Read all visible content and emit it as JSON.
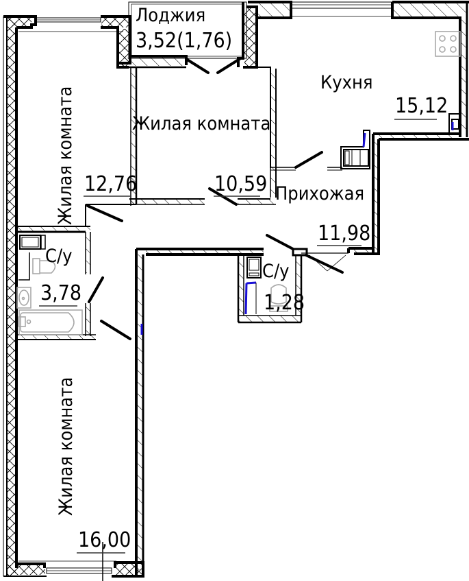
{
  "plan": {
    "title": "Floor plan",
    "rooms": [
      {
        "id": "loggia",
        "name": "Лоджия",
        "area": "3,52(1,76)"
      },
      {
        "id": "kitchen",
        "name": "Кухня",
        "area": "15,12"
      },
      {
        "id": "living_room_left_top",
        "name": "Жилая комната",
        "area": "12,76"
      },
      {
        "id": "living_room_center",
        "name": "Жилая комната",
        "area": "10,59"
      },
      {
        "id": "hallway",
        "name": "Прихожая",
        "area": "11,98"
      },
      {
        "id": "bathroom_left",
        "name": "С/у",
        "area": "3,78"
      },
      {
        "id": "bathroom_small",
        "name": "С/у",
        "area": "1,28"
      },
      {
        "id": "living_room_left_bottom",
        "name": "Жилая комната",
        "area": "16,00"
      }
    ],
    "fixtures": [
      "stove-icon",
      "toilet-icon",
      "sink-icon",
      "bathtub-icon",
      "toilet-icon",
      "wardrobe-icon"
    ],
    "colors": {
      "walls": "#000000",
      "fixtures": "#a8a8a8",
      "accent_pipe": "#1a10d6",
      "background": "#ffffff"
    }
  }
}
